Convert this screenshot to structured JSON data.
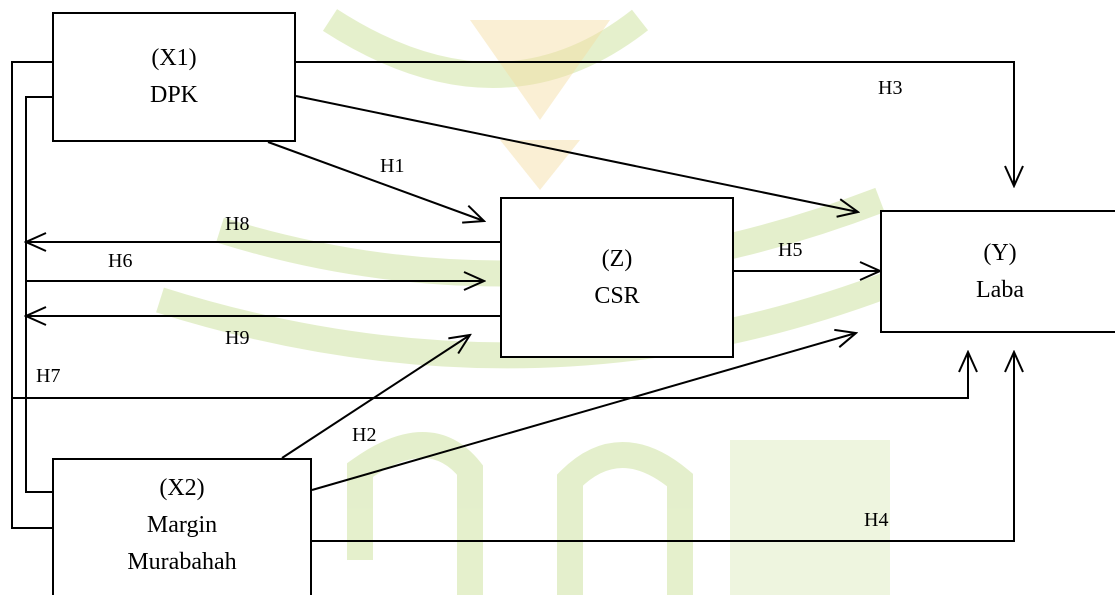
{
  "nodes": {
    "x1": {
      "code": "(X1)",
      "name": "DPK"
    },
    "x2": {
      "code": "(X2)",
      "name_line1": "Margin",
      "name_line2": "Murabahah"
    },
    "z": {
      "code": "(Z)",
      "name": "CSR"
    },
    "y": {
      "code": "(Y)",
      "name": "Laba"
    }
  },
  "hypotheses": {
    "h1": "H1",
    "h2": "H2",
    "h3": "H3",
    "h4": "H4",
    "h5": "H5",
    "h6": "H6",
    "h7": "H7",
    "h8": "H8",
    "h9": "H9"
  },
  "colors": {
    "line": "#000000",
    "watermark": "#cfe3a3",
    "watermark_accent": "#f3dca0"
  }
}
